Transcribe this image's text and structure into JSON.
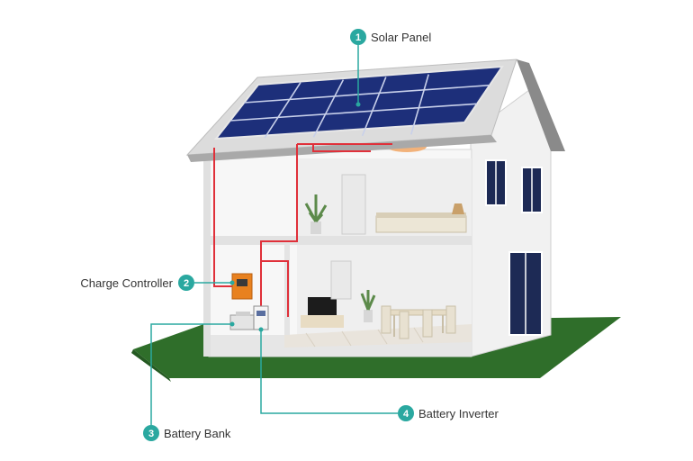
{
  "colors": {
    "accent": "#2aa8a0",
    "wire": "#e0303a",
    "grass": "#2f6e2a",
    "panel": "#1d2f7a"
  },
  "callouts": [
    {
      "number": "1",
      "label": "Solar Panel"
    },
    {
      "number": "2",
      "label": "Charge Controller"
    },
    {
      "number": "3",
      "label": "Battery Bank"
    },
    {
      "number": "4",
      "label": "Battery Inverter"
    }
  ]
}
